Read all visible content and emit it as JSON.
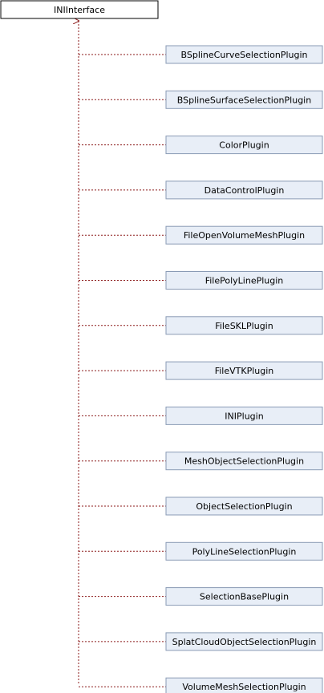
{
  "diagram": {
    "base_class": "INIInterface",
    "derived_classes": [
      "BSplineCurveSelectionPlugin",
      "BSplineSurfaceSelectionPlugin",
      "ColorPlugin",
      "DataControlPlugin",
      "FileOpenVolumeMeshPlugin",
      "FilePolyLinePlugin",
      "FileSKLPlugin",
      "FileVTKPlugin",
      "INIPlugin",
      "MeshObjectSelectionPlugin",
      "ObjectSelectionPlugin",
      "PolyLineSelectionPlugin",
      "SelectionBasePlugin",
      "SplatCloudObjectSelectionPlugin",
      "VolumeMeshSelectionPlugin"
    ],
    "colors": {
      "base_fill": "#ffffff",
      "base_stroke": "#000000",
      "derived_fill": "#e8eef7",
      "derived_stroke": "#8a9bb5",
      "edge": "#8b1a1a"
    }
  }
}
